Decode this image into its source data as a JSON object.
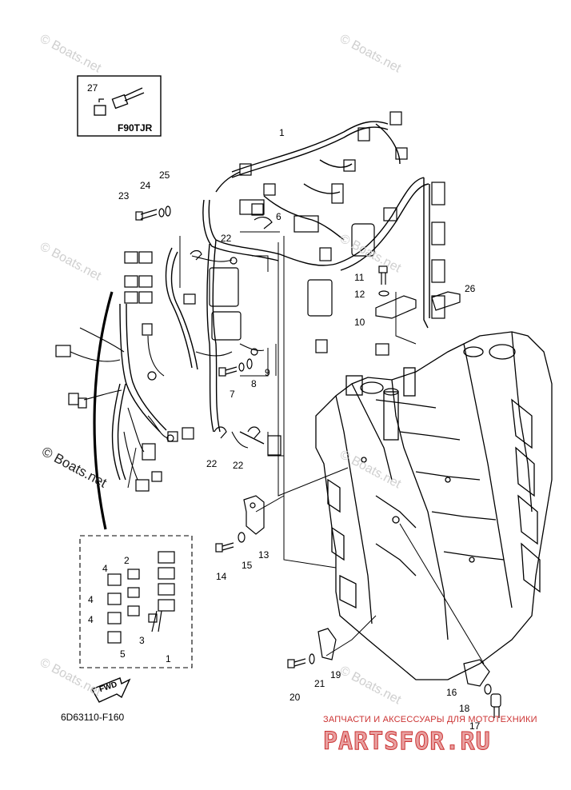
{
  "watermark": "© Boats.net",
  "inset_model_label": "F90TJR",
  "diagram_code": "6D63110-F160",
  "fwd_label": "FWD",
  "brand": {
    "subtitle": "ЗАПЧАСТИ И АКСЕССУАРЫ ДЛЯ МОТОТЕХНИКИ",
    "name": "PARTSFOR.RU"
  },
  "callouts": [
    "1",
    "2",
    "3",
    "4",
    "5",
    "6",
    "7",
    "8",
    "9",
    "10",
    "11",
    "12",
    "13",
    "14",
    "15",
    "16",
    "17",
    "18",
    "19",
    "20",
    "21",
    "22",
    "23",
    "24",
    "25",
    "26",
    "27"
  ],
  "colors": {
    "line": "#000000",
    "watermark": "#cfcfcf",
    "brand_red": "#cc3333",
    "brand_pink": "#e8a0a0"
  }
}
